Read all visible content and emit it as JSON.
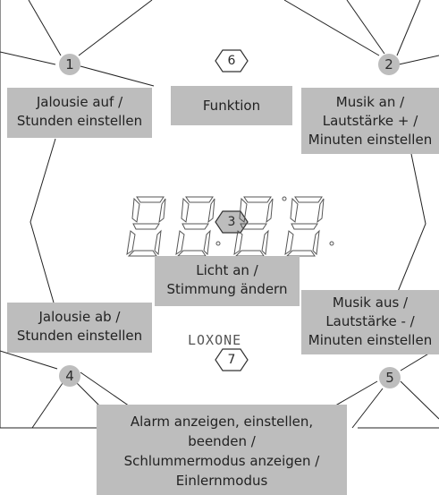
{
  "badges": [
    {
      "id": "1",
      "label": "1"
    },
    {
      "id": "2",
      "label": "2"
    },
    {
      "id": "3",
      "label": "3"
    },
    {
      "id": "4",
      "label": "4"
    },
    {
      "id": "5",
      "label": "5"
    },
    {
      "id": "6",
      "label": "6"
    },
    {
      "id": "7",
      "label": "7"
    }
  ],
  "labels": {
    "l1_line1": "Jalousie auf /",
    "l1_line2": "Stunden einstellen",
    "l6": "Funktion",
    "l2_line1": "Musik an /",
    "l2_line2": "Lautstärke + /",
    "l2_line3": "Minuten einstellen",
    "l3_line1": "Licht an /",
    "l3_line2": "Stimmung ändern",
    "l4_line1": "Jalousie ab /",
    "l4_line2": "Stunden einstellen",
    "l5_line1": "Musik aus /",
    "l5_line2": "Lautstärke - /",
    "l5_line3": "Minuten einstellen",
    "l7_line1": "Alarm anzeigen, einstellen,",
    "l7_line2": "beenden /",
    "l7_line3": "Schlummermodus anzeigen /",
    "l7_line4": "Einlernmodus"
  },
  "logo": "LOXONE",
  "colors": {
    "label_bg": "#bdbdbd",
    "line": "#222222",
    "segment": "#555555"
  }
}
